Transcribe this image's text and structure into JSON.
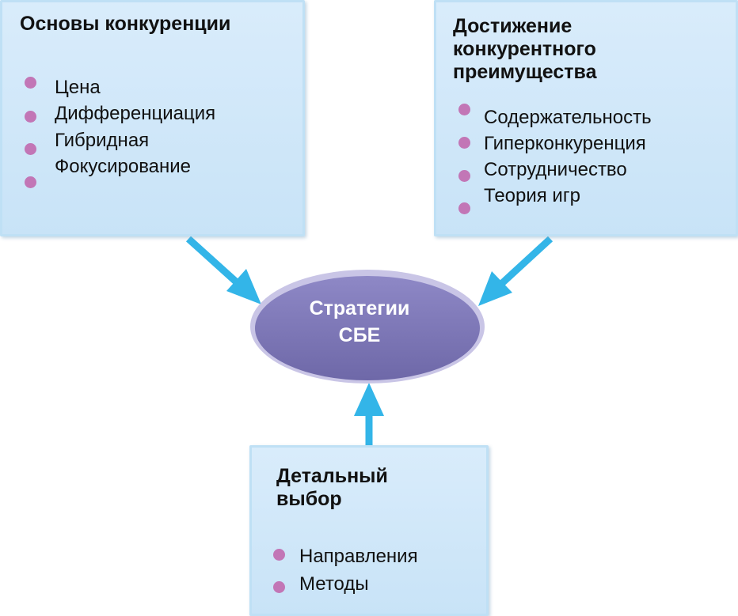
{
  "colors": {
    "box_fill": "#c8e3f7",
    "arrow": "#33b5e8",
    "bullet": "#c276b6",
    "ellipse_fill": "#7d77b6",
    "ellipse_rim": "#b9b4de"
  },
  "boxes": {
    "competition_basis": {
      "title": "Основы конкуренции",
      "items": [
        "Цена",
        "Дифференциация",
        "Гибридная",
        "Фокусирование"
      ]
    },
    "competitive_advantage": {
      "title": "Достижение\nконкурентного\nпреимущества",
      "items": [
        "Содержательность",
        "Гиперконкуренция",
        "Сотрудничество",
        "Теория игр"
      ]
    },
    "detailed_choice": {
      "title": "Детальный\nвыбор",
      "items": [
        "Направления",
        "Методы"
      ]
    }
  },
  "center": {
    "label_line1": "Стратегии",
    "label_line2": "СБЕ"
  }
}
